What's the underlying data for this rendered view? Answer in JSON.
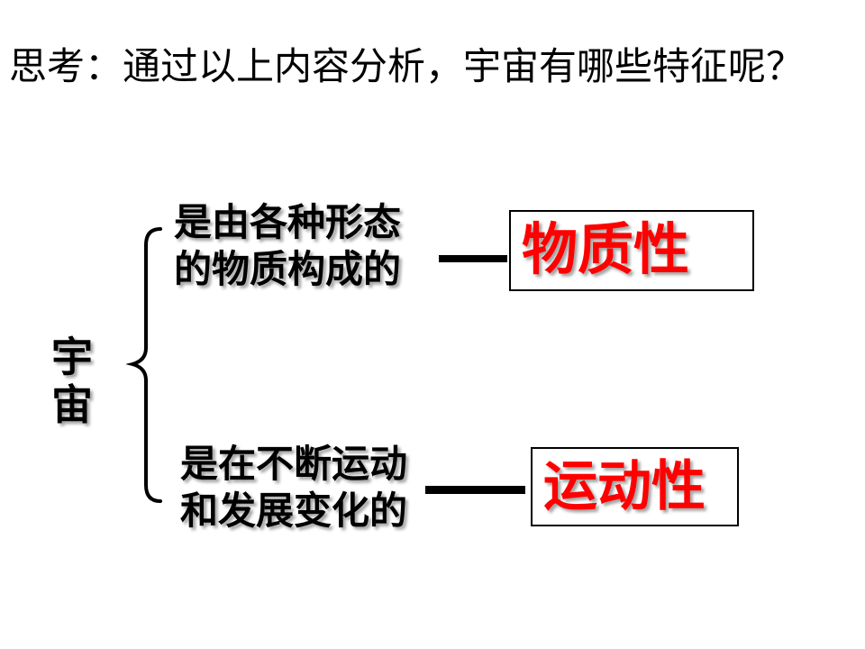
{
  "colors": {
    "background": "#ffffff",
    "ink": "#000000",
    "accent-red": "#ff0000",
    "shadow": "#a3a3a3"
  },
  "slide": {
    "title": "思考：通过以上内容分析，宇宙有哪些特征呢？",
    "diagram": {
      "root_label": "宇宙",
      "branches": [
        {
          "desc_line1": "是由各种形态",
          "desc_line2": "的物质构成的",
          "result": "物质性"
        },
        {
          "desc_line1": "是在不断运动",
          "desc_line2": "和发展变化的",
          "result": "运动性"
        }
      ]
    }
  }
}
